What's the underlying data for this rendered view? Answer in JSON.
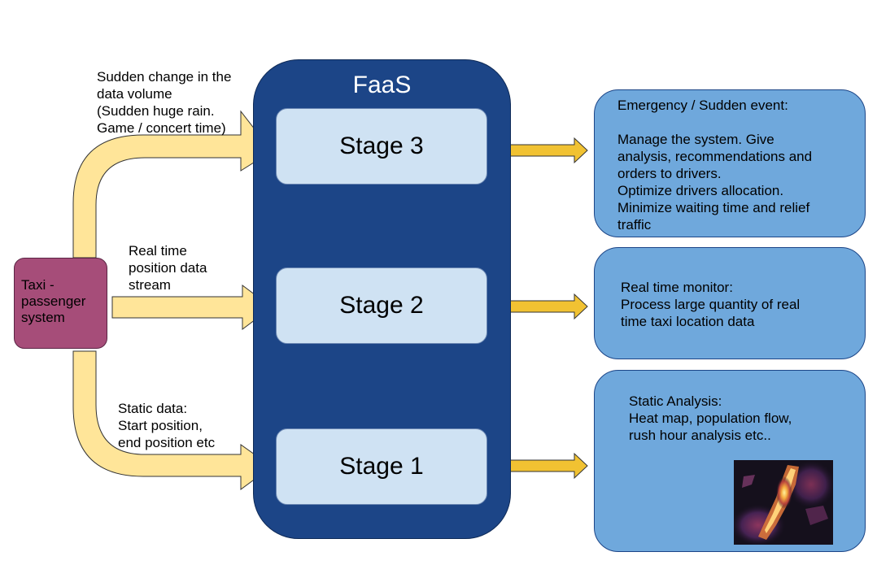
{
  "faas": {
    "title": "FaaS",
    "color": "#1c4587"
  },
  "stages": [
    {
      "label": "Stage 3"
    },
    {
      "label": "Stage 2"
    },
    {
      "label": "Stage 1"
    }
  ],
  "source": {
    "lines": [
      "Taxi -",
      "passenger",
      "system"
    ],
    "color": "#a64d79"
  },
  "inputs": {
    "top": [
      "Sudden change in the",
      "data volume",
      "(Sudden huge rain.",
      "Game / concert time)"
    ],
    "middle": [
      "Real time",
      "position data",
      "stream"
    ],
    "bottom": [
      "Static data:",
      "Start position,",
      "end position etc"
    ]
  },
  "outputs": {
    "emergency": [
      "Emergency / Sudden event:",
      "",
      "Manage the system. Give",
      "analysis, recommendations and",
      "orders to drivers.",
      "Optimize drivers allocation.",
      "Minimize waiting time and relief",
      "traffic"
    ],
    "monitor": [
      "Real time monitor:",
      "Process large quantity of real",
      "time taxi location data"
    ],
    "static": [
      "Static Analysis:",
      "Heat map, population flow,",
      "rush hour analysis etc.."
    ]
  },
  "colors": {
    "input_arrow": "#ffe599",
    "output_arrow": "#f1c232",
    "stage_fill": "#cfe2f3",
    "output_box": "#6fa8dc"
  },
  "heatmap_icon": "heat-map-thumbnail"
}
